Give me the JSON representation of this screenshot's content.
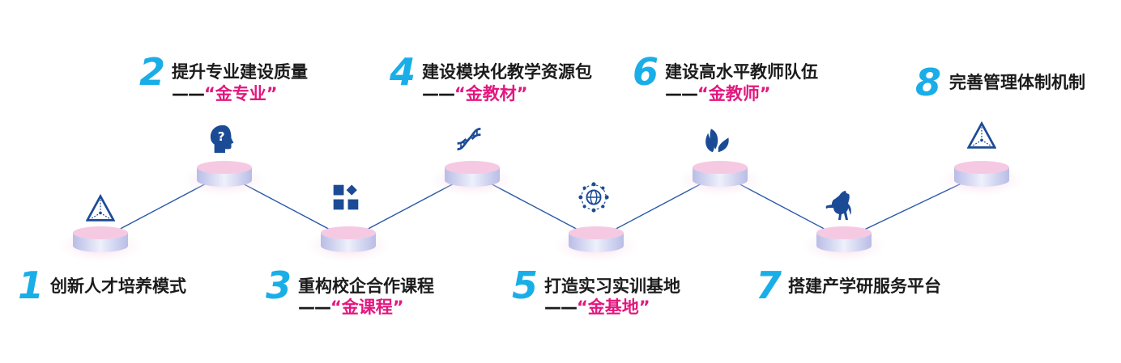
{
  "steps": [
    {
      "num": "1",
      "title": "创新人才培养模式",
      "dash": "",
      "highlight": "",
      "icon": "triangle-icon"
    },
    {
      "num": "2",
      "title": "提升专业建设质量",
      "dash": "——",
      "highlight": "“金专业”",
      "icon": "head-question-icon"
    },
    {
      "num": "3",
      "title": "重构校企合作课程",
      "dash": "——",
      "highlight": "“金课程”",
      "icon": "blocks-icon"
    },
    {
      "num": "4",
      "title": "建设模块化教学资源包",
      "dash": "——",
      "highlight": "“金教材”",
      "icon": "dna-icon"
    },
    {
      "num": "5",
      "title": "打造实习实训基地",
      "dash": "——",
      "highlight": "“金基地”",
      "icon": "network-globe-icon"
    },
    {
      "num": "6",
      "title": "建设高水平教师队伍",
      "dash": "——",
      "highlight": "“金教师”",
      "icon": "leaves-icon"
    },
    {
      "num": "7",
      "title": "搭建产学研服务平台",
      "dash": "",
      "highlight": "",
      "icon": "horse-icon"
    },
    {
      "num": "8",
      "title": "完善管理体制机制",
      "dash": "",
      "highlight": "",
      "icon": "triangle-icon"
    }
  ],
  "colors": {
    "number": "#1aaee8",
    "highlight": "#e3177e",
    "icon": "#1c4b96",
    "line": "#2a5aa8",
    "disc_top": "#f6c9e3",
    "disc_side": "#c7cbea"
  }
}
